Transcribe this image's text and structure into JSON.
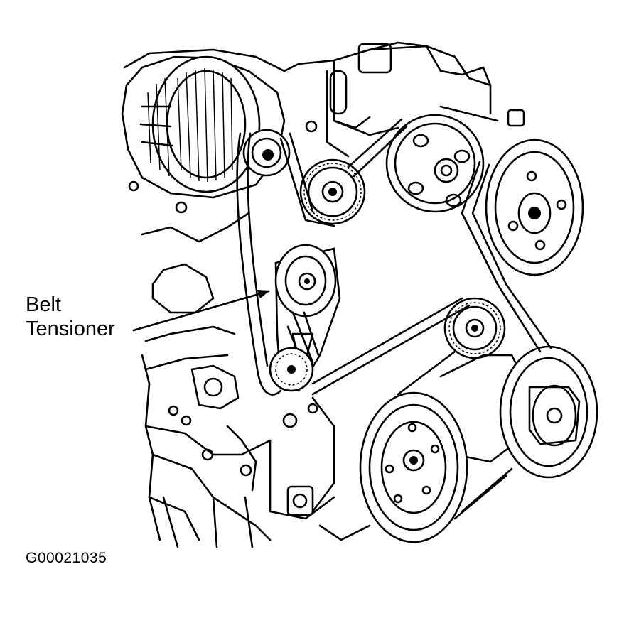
{
  "diagram": {
    "callout": {
      "line1": "Belt",
      "line2": "Tensioner"
    },
    "figure_id": "G00021035"
  },
  "colors": {
    "ink": "#000000",
    "paper": "#ffffff"
  }
}
